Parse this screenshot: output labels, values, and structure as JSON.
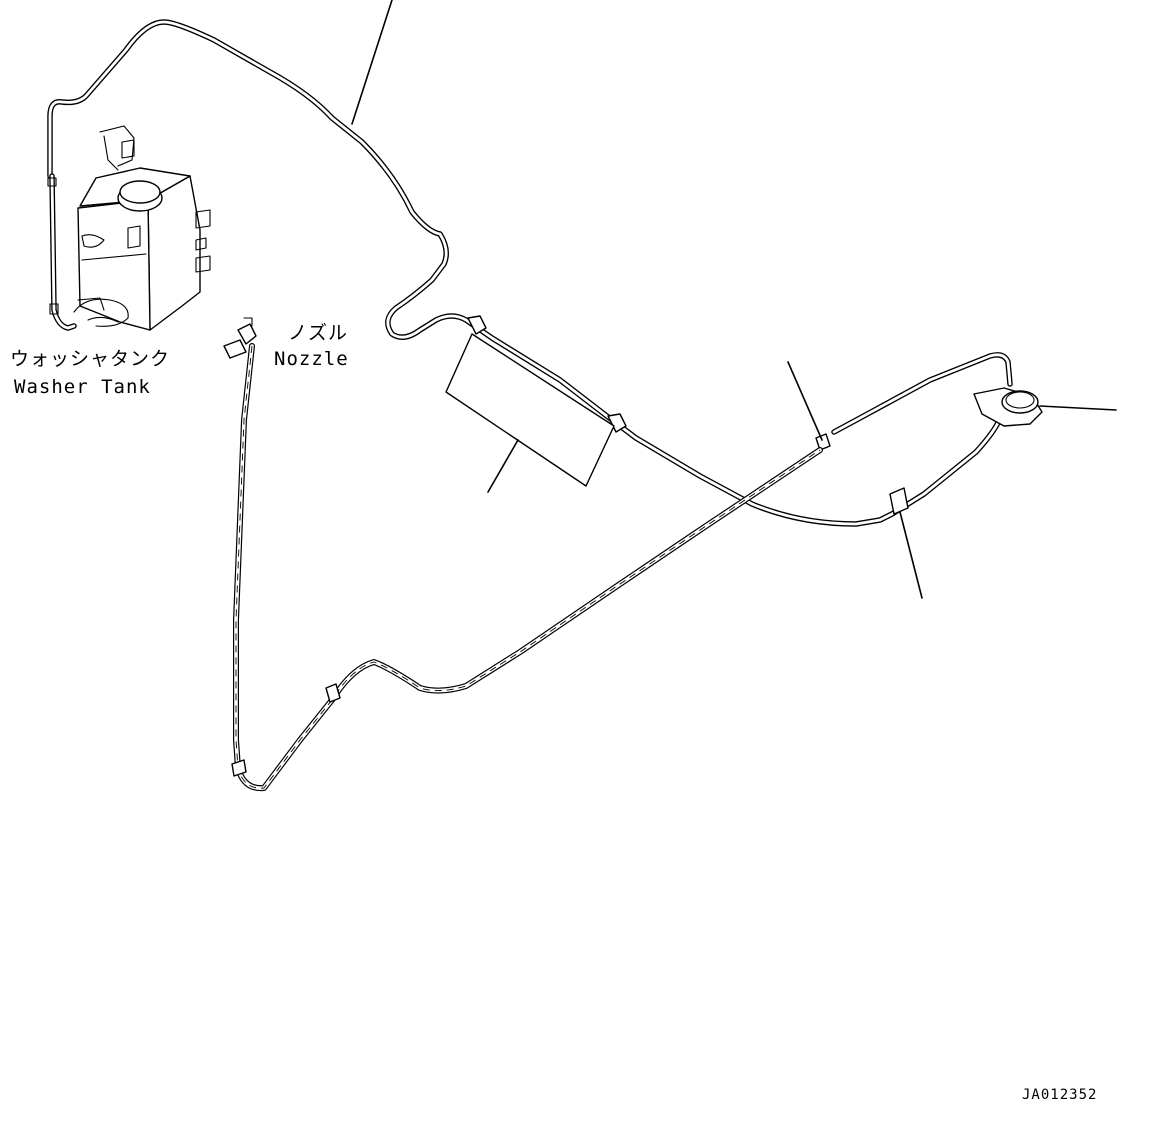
{
  "labels": {
    "washer_tank_jp": "ウォッシャタンク",
    "washer_tank_en": "Washer Tank",
    "nozzle_jp": "ノズル",
    "nozzle_en": "Nozzle"
  },
  "drawing_code": "JA012352"
}
